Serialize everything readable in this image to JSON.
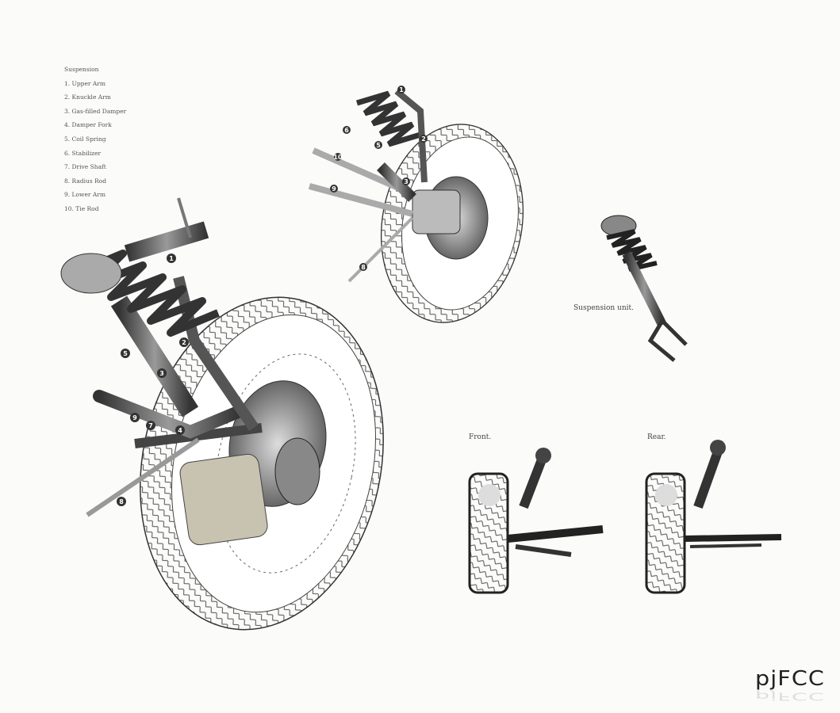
{
  "legend": {
    "title": "Suspension",
    "items": [
      "1. Upper Arm",
      "2. Knuckle Arm",
      "3. Gas-filled Damper",
      "4. Damper Fork",
      "5. Coil Spring",
      "6. Stabilizer",
      "7. Drive Shaft",
      "8. Radius Rod",
      "9. Lower Arm",
      "10. Tie Rod"
    ]
  },
  "captions": {
    "suspension_unit": "Suspension unit.",
    "front": "Front.",
    "rear": "Rear."
  },
  "main_callouts": [
    "1",
    "2",
    "3",
    "4",
    "5",
    "7",
    "8",
    "9"
  ],
  "upper_callouts": [
    "1",
    "2",
    "3",
    "5",
    "6",
    "8",
    "9",
    "10"
  ],
  "logo": "pjFCC"
}
